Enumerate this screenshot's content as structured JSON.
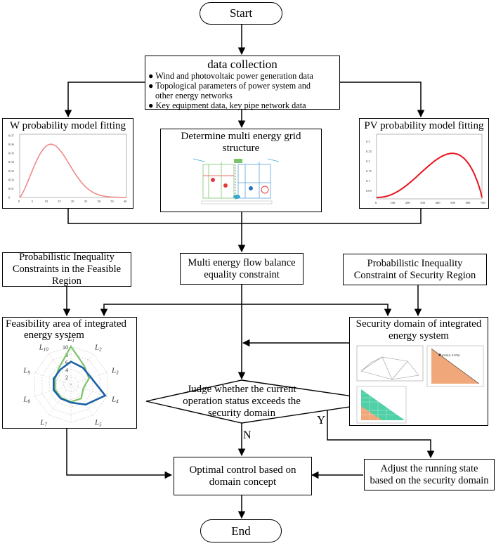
{
  "nodes": {
    "start": "Start",
    "end": "End",
    "data_collection": {
      "title": "data collection",
      "bullets": [
        "Wind and photovoltaic power generation data",
        "Topological parameters of power system and",
        "other energy networks",
        "Key equipment data, key pipe network data"
      ]
    },
    "w_fit": "W probability model fitting",
    "multi_grid": [
      "Determine multi energy grid",
      "structure"
    ],
    "pv_fit": "PV probability model fitting",
    "prob_feasible": [
      "Probabilistic Inequality",
      "Constraints in the Feasible",
      "Region"
    ],
    "balance": [
      "Multi energy flow balance",
      "equality constraint"
    ],
    "prob_security": [
      "Probabilistic Inequality",
      "Constraint of Security Region"
    ],
    "feas_area": [
      "Feasibility area of integrated",
      "energy system"
    ],
    "sec_domain": [
      "Security domain of integrated",
      "energy system"
    ],
    "judge": [
      "Judge whether the current",
      "operation status exceeds the",
      "security domain"
    ],
    "optimal": [
      "Optimal control based on",
      "domain concept"
    ],
    "adjust": [
      "Adjust the running state",
      "based on the security domain"
    ]
  },
  "edge_labels": {
    "yes": "Y",
    "no": "N"
  },
  "w_chart": {
    "x_ticks": [
      "0",
      "5",
      "10",
      "15",
      "20",
      "25",
      "30",
      "35",
      "40"
    ],
    "y_ticks": [
      "0.07",
      "0.06",
      "0.05",
      "0.04",
      "0.03",
      "0.02",
      "0.01",
      "0"
    ]
  },
  "pv_chart": {
    "x_ticks": [
      "0",
      "100",
      "200",
      "300",
      "400",
      "500",
      "600",
      "700"
    ],
    "y_ticks": [
      "0.3",
      "0.25",
      "0.2",
      "0.15",
      "0.1",
      "0.05"
    ]
  },
  "radar": {
    "axes": [
      "L1",
      "L2",
      "L3",
      "L4",
      "L5",
      "L6",
      "L7",
      "L8",
      "L9",
      "L10"
    ],
    "rings": [
      "10",
      "8",
      "6",
      "4",
      "2"
    ]
  },
  "security_plots": {
    "point_label": "(0.644, 0.956)"
  },
  "colors": {
    "w_curve": "#ef8a8a",
    "pv_curve": "#e8141e",
    "radar_blue": "#1a62a6",
    "radar_green": "#7cc46a",
    "security_fill": "#f0a87a",
    "security_green": "#4fd0a6"
  }
}
